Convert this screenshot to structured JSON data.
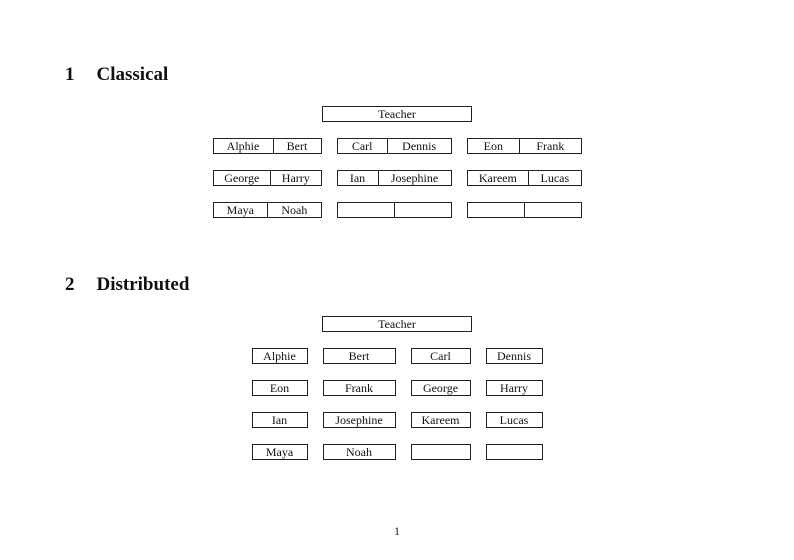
{
  "page": {
    "number": "1"
  },
  "sections": [
    {
      "number": "1",
      "title": "Classical",
      "teacher_label": "Teacher",
      "rows": [
        [
          [
            "Alphie",
            "Bert"
          ],
          [
            "Carl",
            "Dennis"
          ],
          [
            "Eon",
            "Frank"
          ]
        ],
        [
          [
            "George",
            "Harry"
          ],
          [
            "Ian",
            "Josephine"
          ],
          [
            "Kareem",
            "Lucas"
          ]
        ],
        [
          [
            "Maya",
            "Noah"
          ],
          [
            "",
            ""
          ],
          [
            "",
            ""
          ]
        ]
      ]
    },
    {
      "number": "2",
      "title": "Distributed",
      "teacher_label": "Teacher",
      "rows": [
        [
          [
            "Alphie"
          ],
          [
            "Bert"
          ],
          [
            "Carl"
          ],
          [
            "Dennis"
          ]
        ],
        [
          [
            "Eon"
          ],
          [
            "Frank"
          ],
          [
            "George"
          ],
          [
            "Harry"
          ]
        ],
        [
          [
            "Ian"
          ],
          [
            "Josephine"
          ],
          [
            "Kareem"
          ],
          [
            "Lucas"
          ]
        ],
        [
          [
            "Maya"
          ],
          [
            "Noah"
          ],
          [
            ""
          ],
          [
            ""
          ]
        ]
      ]
    }
  ]
}
